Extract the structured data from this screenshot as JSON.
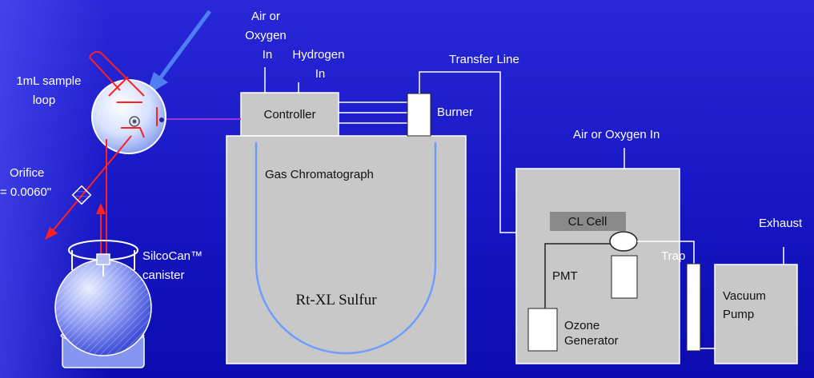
{
  "labels": {
    "air_oxygen_in_top": [
      "Air or",
      "Oxygen",
      "In"
    ],
    "hydrogen_in": [
      "Hydrogen",
      "In"
    ],
    "transfer_line": "Transfer Line",
    "sample_loop": [
      "1mL sample",
      "loop"
    ],
    "controller": "Controller",
    "burner": "Burner",
    "gas_chromatograph": "Gas Chromatograph",
    "column": "Rt-XL Sulfur",
    "orifice": [
      "Orifice",
      "= 0.0060\""
    ],
    "canister": [
      "SilcoCan™",
      "canister"
    ],
    "air_oxygen_in_right": "Air or Oxygen In",
    "cl_cell": "CL Cell",
    "pmt": "PMT",
    "ozone_generator": [
      "Ozone",
      "Generator"
    ],
    "trap": "Trap",
    "exhaust": "Exhaust",
    "vacuum_pump": [
      "Vacuum",
      "Pump"
    ]
  },
  "colors": {
    "box_fill": "#c8c8c8",
    "cl_cell_fill": "#8a8a8a",
    "sample_path": "#ff2020",
    "column_line": "#6f9cff",
    "valve_link": "#9a34d8"
  }
}
